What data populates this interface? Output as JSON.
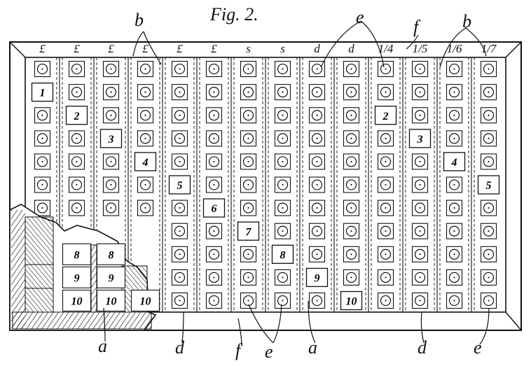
{
  "figure_title": "Fig. 2.",
  "column_headers": [
    "£",
    "£",
    "£",
    "£",
    "£",
    "£",
    "s",
    "s",
    "d",
    "d",
    "1/4",
    "1/5",
    "1/6",
    "1/7"
  ],
  "callouts": {
    "b_top_left": "b",
    "e_top": "e",
    "f_top": "f",
    "b_top_right": "b",
    "a_bottom_left": "a",
    "d_bottom_left": "d",
    "f_bottom": "f",
    "e_bottom_mid": "e",
    "a_bottom_mid": "a",
    "d_bottom_right": "d",
    "e_bottom_right": "e"
  },
  "grid": {
    "columns": 14,
    "rows": 11
  },
  "number_tiles": [
    {
      "col": 0,
      "row": 1,
      "text": "1"
    },
    {
      "col": 1,
      "row": 2,
      "text": "2"
    },
    {
      "col": 2,
      "row": 3,
      "text": "3"
    },
    {
      "col": 3,
      "row": 4,
      "text": "4"
    },
    {
      "col": 4,
      "row": 5,
      "text": "5"
    },
    {
      "col": 5,
      "row": 6,
      "text": "6"
    },
    {
      "col": 6,
      "row": 7,
      "text": "7"
    },
    {
      "col": 7,
      "row": 8,
      "text": "8"
    },
    {
      "col": 8,
      "row": 9,
      "text": "9"
    },
    {
      "col": 9,
      "row": 10,
      "text": "10"
    },
    {
      "col": 10,
      "row": 2,
      "text": "2"
    },
    {
      "col": 11,
      "row": 3,
      "text": "3"
    },
    {
      "col": 12,
      "row": 4,
      "text": "4"
    },
    {
      "col": 13,
      "row": 5,
      "text": "5"
    }
  ],
  "cutaway_tiles": [
    {
      "col": 1,
      "row": 8,
      "text": "8"
    },
    {
      "col": 1,
      "row": 9,
      "text": "9"
    },
    {
      "col": 1,
      "row": 10,
      "text": "10"
    },
    {
      "col": 2,
      "row": 8,
      "text": "8"
    },
    {
      "col": 2,
      "row": 9,
      "text": "9"
    },
    {
      "col": 2,
      "row": 10,
      "text": "10"
    },
    {
      "col": 3,
      "row": 10,
      "text": "10"
    }
  ]
}
